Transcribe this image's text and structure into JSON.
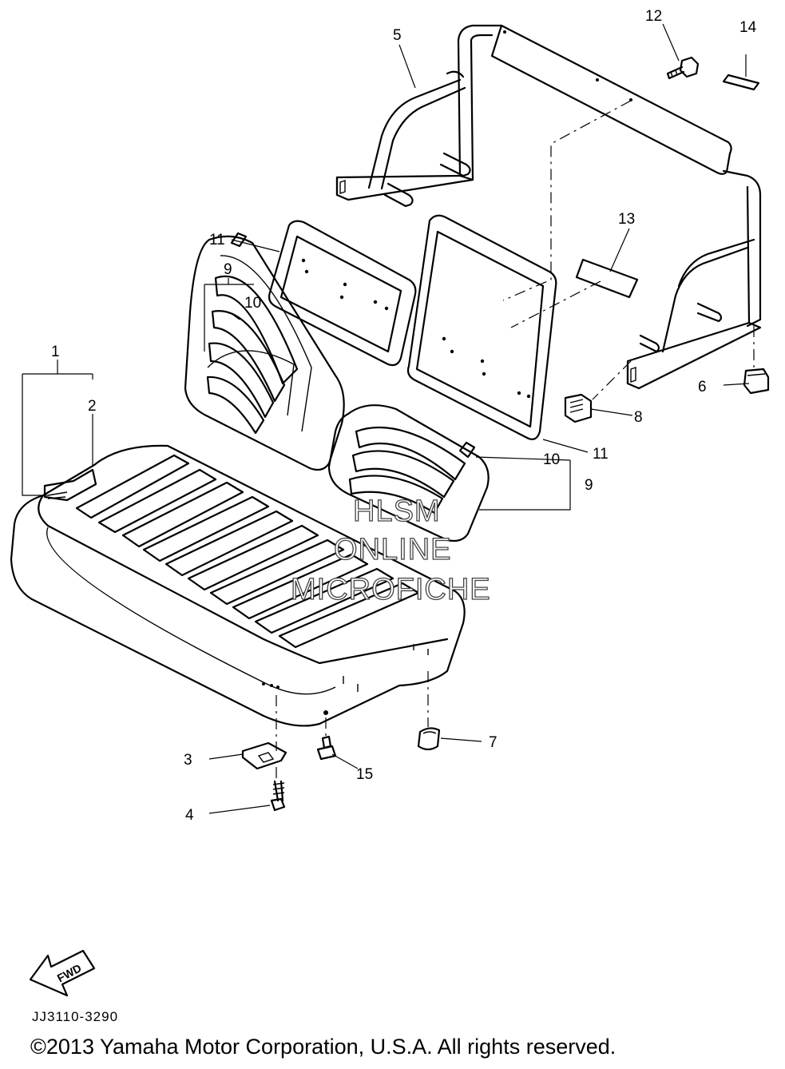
{
  "callouts": {
    "c1": "1",
    "c2": "2",
    "c3": "3",
    "c4": "4",
    "c5": "5",
    "c6": "6",
    "c7": "7",
    "c8": "8",
    "c9a": "9",
    "c9b": "9",
    "c10a": "10",
    "c10b": "10",
    "c11a": "11",
    "c11b": "11",
    "c12": "12",
    "c13": "13",
    "c14": "14",
    "c15": "15"
  },
  "watermark": {
    "line1": "HLSM",
    "line2": "ONLINE",
    "line3": "MICROFICHE"
  },
  "fwd_label": "FWD",
  "diagram_code": "JJ3110-3290",
  "copyright": "©2013 Yamaha Motor Corporation, U.S.A. All rights reserved."
}
